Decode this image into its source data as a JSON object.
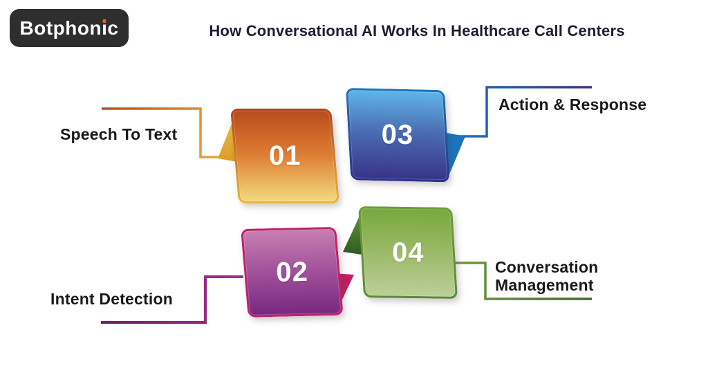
{
  "logo": {
    "part1": "Botphon",
    "i_base": "ı",
    "part2": "c",
    "full_text": "Botphonic",
    "bg_color": "#2e2e2e",
    "text_color": "#ffffff",
    "dot_color": "#e8611c"
  },
  "title": {
    "text": "How Conversational AI Works In Healthcare Call Centers",
    "color": "#1d1c31"
  },
  "steps": [
    {
      "number": "01",
      "label": "Speech To Text",
      "label_side": "left",
      "color_top": "#b94c1c",
      "color_mid": "#dd7c33",
      "color_bottom": "#f3da7d",
      "edge_top": "#b04619",
      "edge_bottom": "#eab43d",
      "accent": "#eab43d",
      "line_color": "#c2571f",
      "number_color": "#ffffff"
    },
    {
      "number": "02",
      "label": "Intent Detection",
      "label_side": "left",
      "color_top": "#c77fb1",
      "color_mid": "#a2529a",
      "color_bottom": "#77287e",
      "edge_top": "#c0226a",
      "edge_bottom": "#c0226a",
      "accent": "#c2246c",
      "line_color": "#8a2482",
      "number_color": "#ffffff"
    },
    {
      "number": "03",
      "label": "Action & Response",
      "label_side": "right",
      "color_top": "#5fb5e8",
      "color_mid": "#4a6ab0",
      "color_bottom": "#383488",
      "edge_top": "#1b75bb",
      "edge_bottom": "#27338a",
      "accent": "#1b75bb",
      "line_color": "#2a58a0",
      "number_color": "#ffffff"
    },
    {
      "number": "04",
      "label": "Conversation Management",
      "label_side": "right",
      "color_top": "#78a83d",
      "color_mid": "#9ab966",
      "color_bottom": "#bccf99",
      "edge_top": "#6d9c39",
      "edge_bottom": "#5c8a33",
      "accent": "#6d9c39",
      "line_color": "#55823a",
      "number_color": "#ffffff"
    }
  ]
}
